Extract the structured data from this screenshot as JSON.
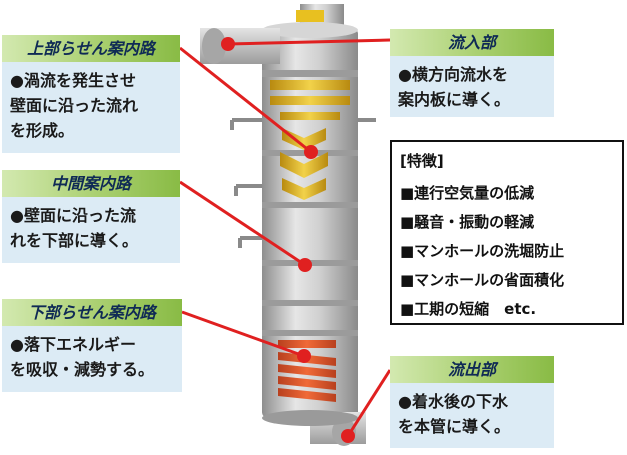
{
  "callouts": {
    "upper": {
      "title": "上部らせん案内路",
      "lines": [
        "●渦流を発生させ",
        "壁面に沿った流れ",
        "を形成。"
      ]
    },
    "inflow": {
      "title": "流入部",
      "lines": [
        "●横方向流水を",
        "案内板に導く。"
      ]
    },
    "middle": {
      "title": "中間案内路",
      "lines": [
        "●壁面に沿った流",
        "れを下部に導く。"
      ]
    },
    "lower": {
      "title": "下部らせん案内路",
      "lines": [
        "●落下エネルギー",
        "を吸収・減勢する。"
      ]
    },
    "outflow": {
      "title": "流出部",
      "lines": [
        "●着水後の下水",
        "を本管に導く。"
      ]
    }
  },
  "features": {
    "heading": "[特徴]",
    "items": [
      "■連行空気量の低減",
      "■騒音・振動の軽減",
      "■マンホールの洗堀防止",
      "■マンホールの省面積化",
      "■工期の短縮　etc."
    ]
  },
  "colors": {
    "leader_line": "#e02020",
    "pointer_dot": "#e02020",
    "callout_bg": "#dcebf5",
    "header_green": "#a9cf6f",
    "guide_yellow": "#e8c020",
    "guide_orange": "#e05a2a",
    "pipe_gray": "#b9b9b9"
  }
}
